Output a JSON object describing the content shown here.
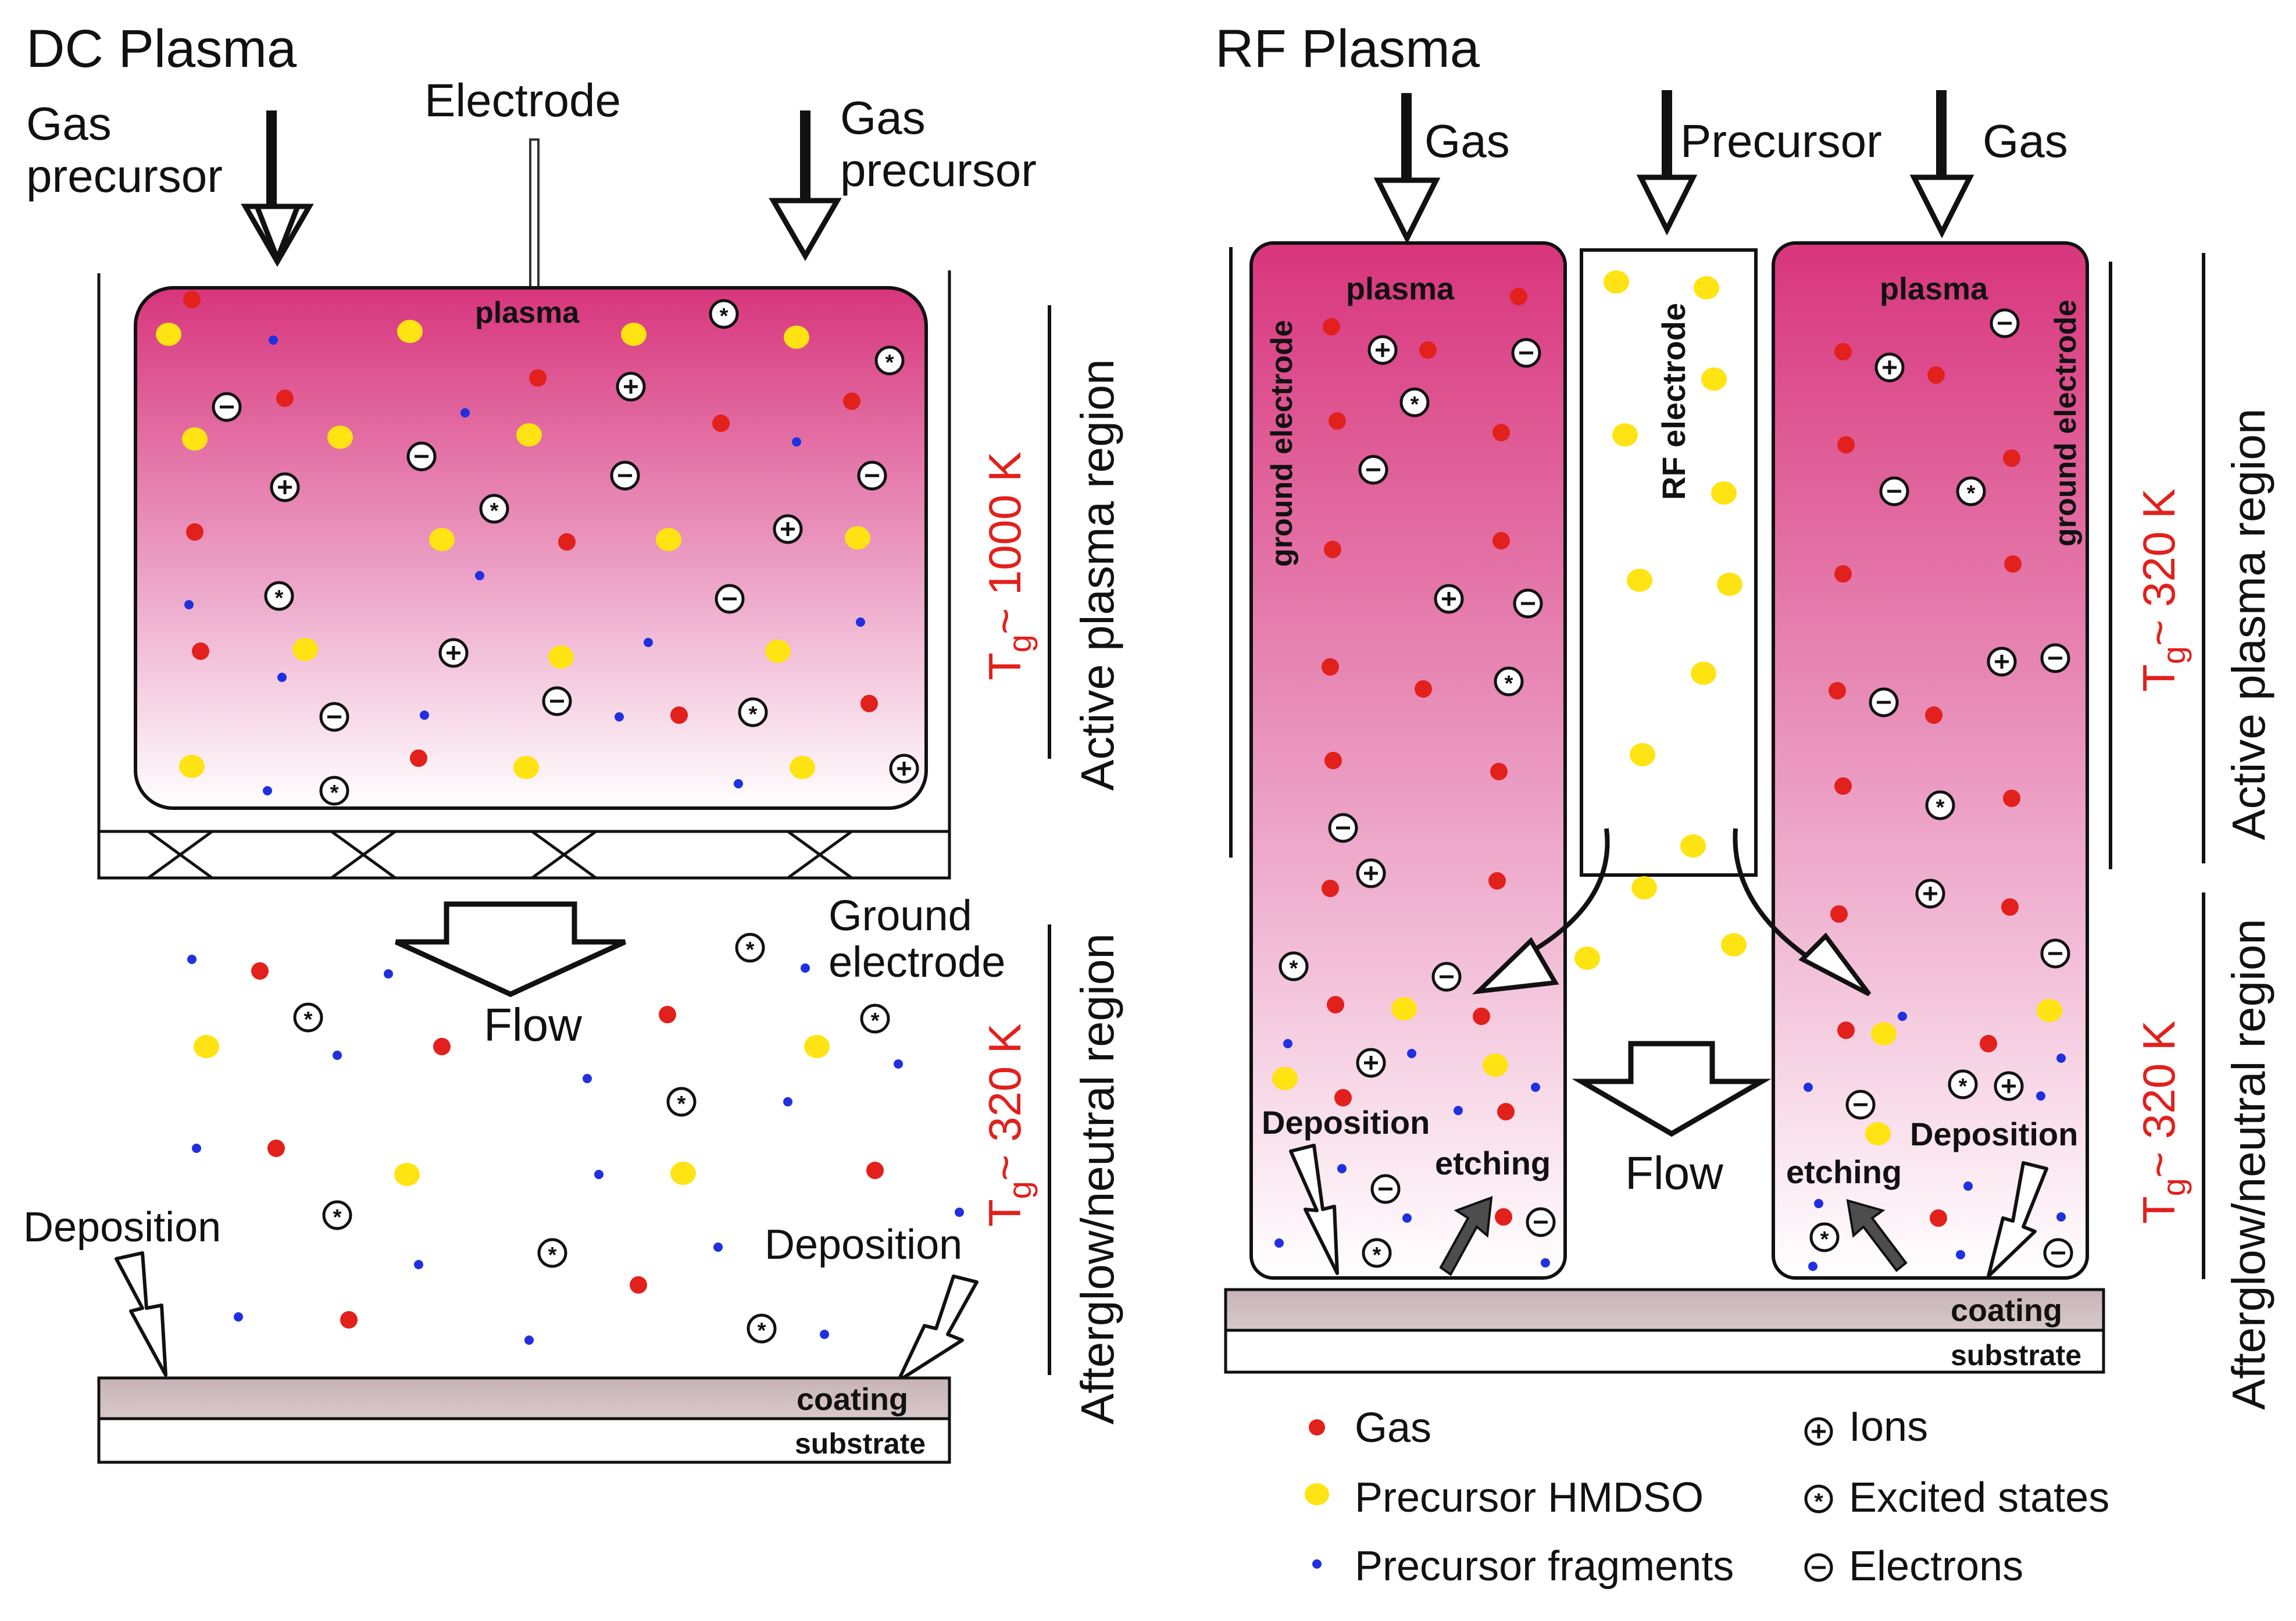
{
  "dc": {
    "title": "DC Plasma",
    "gas_left": [
      "Gas",
      "precursor"
    ],
    "gas_right": [
      "Gas",
      "precursor"
    ],
    "electrode": "Electrode",
    "plasma": "plasma",
    "flow": "Flow",
    "ground_electrode": [
      "Ground",
      "electrode"
    ],
    "deposition_left": "Deposition",
    "deposition_right": "Deposition",
    "coating": "coating",
    "substrate": "substrate",
    "temp_active": "~ 1000 K",
    "temp_afterglow": "~ 320 K",
    "region_active": "Active plasma region",
    "region_afterglow": "Afterglow/neutral region"
  },
  "rf": {
    "title": "RF Plasma",
    "gas_left": "Gas",
    "precursor": "Precursor",
    "gas_right": "Gas",
    "plasma_left": "plasma",
    "plasma_right": "plasma",
    "ground_electrode_left": "ground electrode",
    "ground_electrode_right": "ground electrode",
    "rf_electrode": "RF electrode",
    "deposition_left": "Deposition",
    "deposition_right": "Deposition",
    "etching_left": "etching",
    "etching_right": "etching",
    "flow": "Flow",
    "coating": "coating",
    "substrate": "substrate",
    "temp_active": "~ 320 K",
    "temp_afterglow": "~ 320 K",
    "region_active": "Active plasma region",
    "region_afterglow": "Afterglow/neutral region"
  },
  "temp_symbol": "T",
  "temp_subscript": "g",
  "legend": {
    "gas": "Gas",
    "precursor": "Precursor HMDSO",
    "fragments": "Precursor fragments",
    "ions": "Ions",
    "excited": "Excited states",
    "electrons": "Electrons"
  },
  "colors": {
    "plasma": "#d8357c",
    "gas": "#e2201c",
    "precursor": "#ffe312",
    "fragments": "#2030e0",
    "temperature_label": "#e2201c"
  }
}
